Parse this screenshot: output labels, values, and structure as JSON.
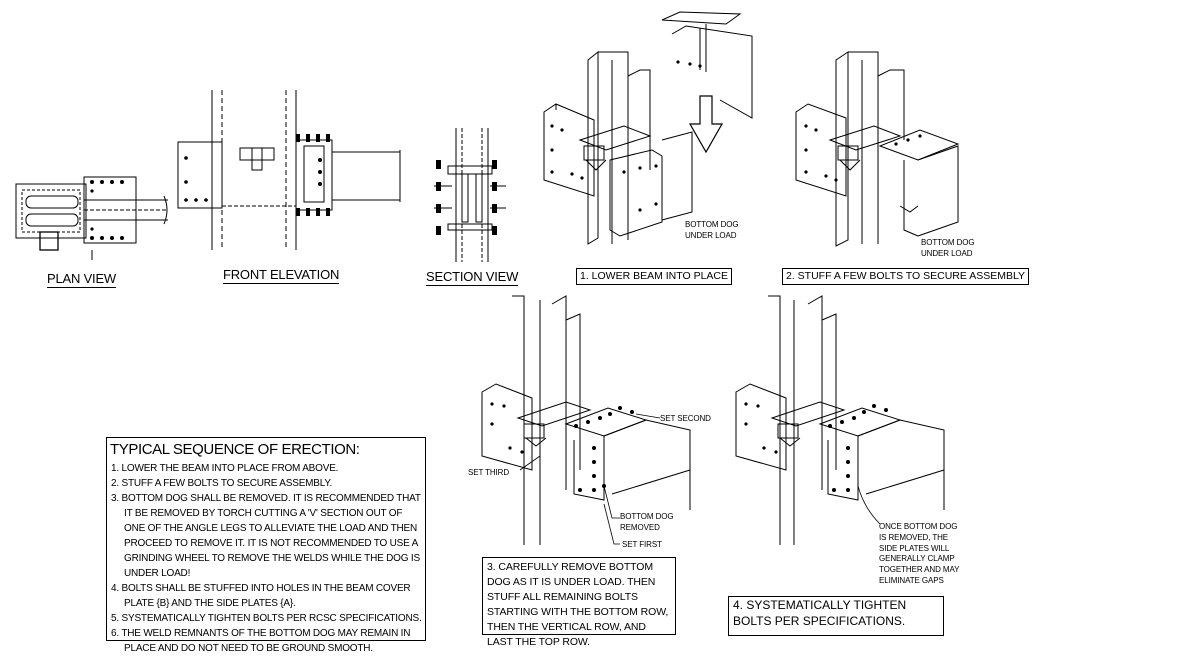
{
  "views": {
    "plan": "PLAN VIEW",
    "front": "FRONT ELEVATION",
    "section": "SECTION VIEW"
  },
  "steps": {
    "step1": "1. LOWER BEAM INTO PLACE",
    "step2": "2. STUFF A FEW BOLTS TO SECURE ASSEMBLY"
  },
  "callouts": {
    "bottom_dog_under_load_1": "BOTTOM DOG\nUNDER LOAD",
    "bottom_dog_under_load_2": "BOTTOM DOG\nUNDER LOAD",
    "set_second": "SET SECOND",
    "set_third": "SET THIRD",
    "bottom_dog_removed": "BOTTOM DOG\nREMOVED",
    "set_first": "SET FIRST",
    "once_removed": "ONCE BOTTOM DOG\nIS REMOVED, THE\nSIDE PLATES WILL\nGENERALLY CLAMP\nTOGETHER AND MAY\nELIMINATE GAPS"
  },
  "sequence": {
    "title": "TYPICAL SEQUENCE OF ERECTION:",
    "items": [
      "1. LOWER THE BEAM INTO PLACE FROM ABOVE.",
      "2. STUFF A FEW BOLTS TO SECURE ASSEMBLY.",
      "3. BOTTOM DOG SHALL BE REMOVED. IT IS RECOMMENDED THAT IT BE REMOVED BY TORCH CUTTING A 'V' SECTION OUT OF ONE OF THE ANGLE LEGS TO ALLEVIATE THE LOAD AND THEN PROCEED TO REMOVE IT. IT IS NOT RECOMMENDED TO USE A GRINDING WHEEL TO REMOVE THE WELDS WHILE THE DOG IS UNDER LOAD!",
      "4. BOLTS SHALL BE STUFFED INTO HOLES IN THE BEAM COVER PLATE {B} AND THE SIDE PLATES {A}.",
      "5. SYSTEMATICALLY TIGHTEN BOLTS PER RCSC SPECIFICATIONS.",
      "6. THE WELD REMNANTS OF THE BOTTOM DOG MAY REMAIN IN PLACE AND DO NOT NEED TO BE GROUND SMOOTH."
    ]
  },
  "captions": {
    "step3": "3. CAREFULLY REMOVE BOTTOM DOG AS IT IS UNDER LOAD. THEN STUFF ALL REMAINING BOLTS STARTING WITH THE BOTTOM ROW, THEN THE VERTICAL ROW, AND LAST THE TOP ROW.",
    "step4": "4. SYSTEMATICALLY TIGHTEN BOLTS PER SPECIFICATIONS."
  }
}
